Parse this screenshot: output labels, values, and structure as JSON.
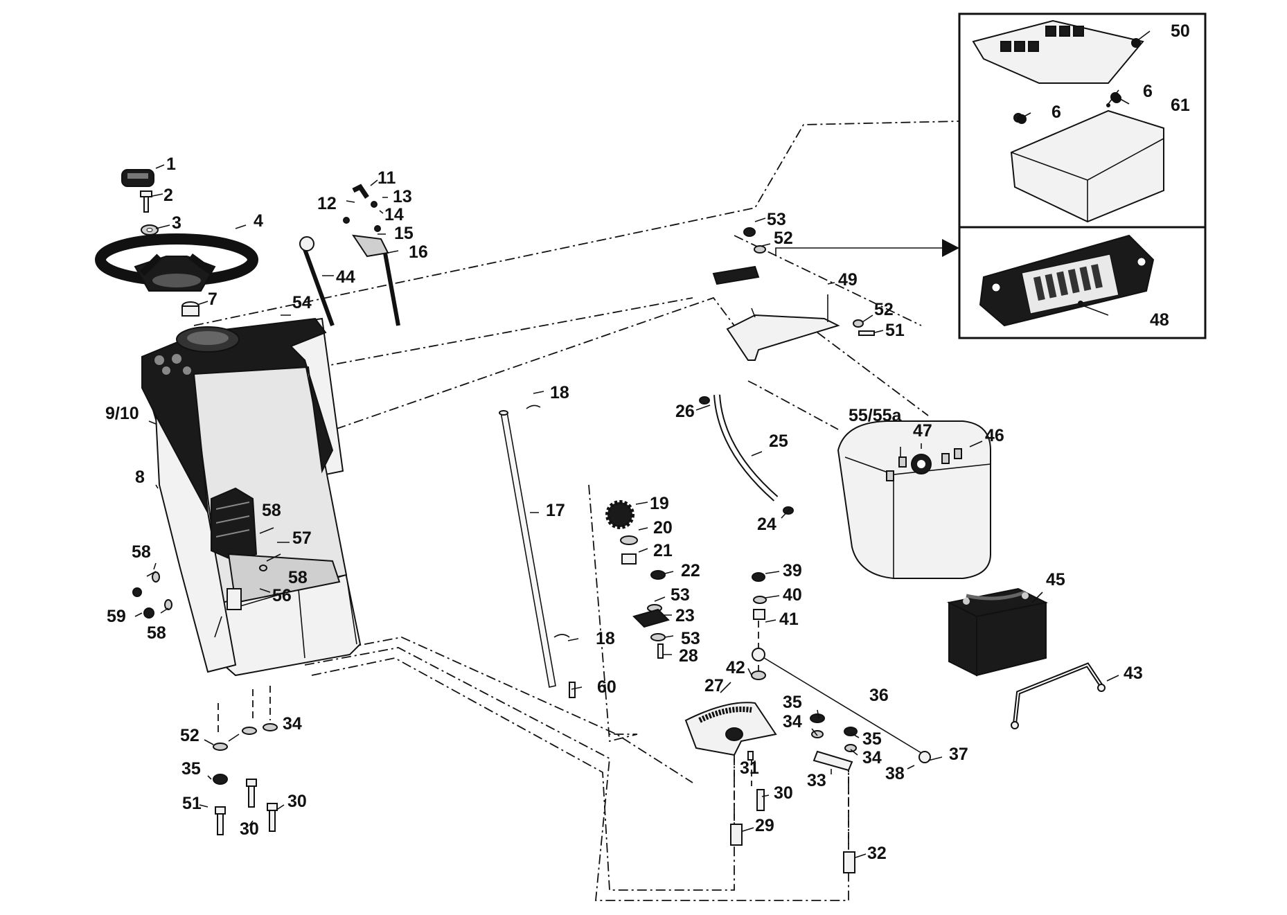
{
  "diagram": {
    "labels": [
      {
        "id": "l1",
        "text": "1"
      },
      {
        "id": "l2",
        "text": "2"
      },
      {
        "id": "l3",
        "text": "3"
      },
      {
        "id": "l4",
        "text": "4"
      },
      {
        "id": "l7",
        "text": "7"
      },
      {
        "id": "l54",
        "text": "54"
      },
      {
        "id": "l9_10",
        "text": "9/10"
      },
      {
        "id": "l8",
        "text": "8"
      },
      {
        "id": "l58a",
        "text": "58"
      },
      {
        "id": "l57",
        "text": "57"
      },
      {
        "id": "l58b",
        "text": "58"
      },
      {
        "id": "l58c",
        "text": "58"
      },
      {
        "id": "l56",
        "text": "56"
      },
      {
        "id": "l59",
        "text": "59"
      },
      {
        "id": "l58d",
        "text": "58"
      },
      {
        "id": "l11",
        "text": "11"
      },
      {
        "id": "l12",
        "text": "12"
      },
      {
        "id": "l13",
        "text": "13"
      },
      {
        "id": "l14",
        "text": "14"
      },
      {
        "id": "l15",
        "text": "15"
      },
      {
        "id": "l16",
        "text": "16"
      },
      {
        "id": "l44",
        "text": "44"
      },
      {
        "id": "l18a",
        "text": "18"
      },
      {
        "id": "l17",
        "text": "17"
      },
      {
        "id": "l18b",
        "text": "18"
      },
      {
        "id": "l60",
        "text": "60"
      },
      {
        "id": "l19",
        "text": "19"
      },
      {
        "id": "l20",
        "text": "20"
      },
      {
        "id": "l21",
        "text": "21"
      },
      {
        "id": "l22",
        "text": "22"
      },
      {
        "id": "l53a",
        "text": "53"
      },
      {
        "id": "l23",
        "text": "23"
      },
      {
        "id": "l53b",
        "text": "53"
      },
      {
        "id": "l28",
        "text": "28"
      },
      {
        "id": "l26",
        "text": "26"
      },
      {
        "id": "l25",
        "text": "25"
      },
      {
        "id": "l24",
        "text": "24"
      },
      {
        "id": "l53c",
        "text": "53"
      },
      {
        "id": "l52a",
        "text": "52"
      },
      {
        "id": "l49",
        "text": "49"
      },
      {
        "id": "l52b",
        "text": "52"
      },
      {
        "id": "l51a",
        "text": "51"
      },
      {
        "id": "l55",
        "text": "55/55a"
      },
      {
        "id": "l47",
        "text": "47"
      },
      {
        "id": "l46",
        "text": "46"
      },
      {
        "id": "l45",
        "text": "45"
      },
      {
        "id": "l43",
        "text": "43"
      },
      {
        "id": "l39",
        "text": "39"
      },
      {
        "id": "l40",
        "text": "40"
      },
      {
        "id": "l41",
        "text": "41"
      },
      {
        "id": "l42",
        "text": "42"
      },
      {
        "id": "l27",
        "text": "27"
      },
      {
        "id": "l36",
        "text": "36"
      },
      {
        "id": "l35a",
        "text": "35"
      },
      {
        "id": "l34a",
        "text": "34"
      },
      {
        "id": "l35b",
        "text": "35"
      },
      {
        "id": "l34b",
        "text": "34"
      },
      {
        "id": "l37",
        "text": "37"
      },
      {
        "id": "l38",
        "text": "38"
      },
      {
        "id": "l33",
        "text": "33"
      },
      {
        "id": "l31",
        "text": "31"
      },
      {
        "id": "l30a",
        "text": "30"
      },
      {
        "id": "l29",
        "text": "29"
      },
      {
        "id": "l32",
        "text": "32"
      },
      {
        "id": "l52c",
        "text": "52"
      },
      {
        "id": "l34c",
        "text": "34"
      },
      {
        "id": "l35c",
        "text": "35"
      },
      {
        "id": "l30b",
        "text": "30"
      },
      {
        "id": "l51b",
        "text": "51"
      },
      {
        "id": "l30c",
        "text": "30"
      },
      {
        "id": "l50",
        "text": "50"
      },
      {
        "id": "l6a",
        "text": "6"
      },
      {
        "id": "l6b",
        "text": "6"
      },
      {
        "id": "l61",
        "text": "61"
      },
      {
        "id": "l48",
        "text": "48"
      }
    ]
  }
}
